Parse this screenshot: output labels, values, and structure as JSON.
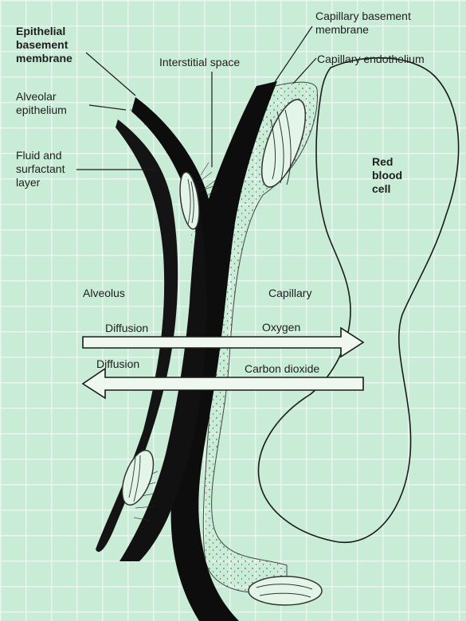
{
  "labels": {
    "epithelial_basement_membrane": [
      "Epithelial",
      "basement",
      "membrane"
    ],
    "alveolar_epithelium": [
      "Alveolar",
      "epithelium"
    ],
    "fluid_surfactant_layer": [
      "Fluid and",
      "surfactant",
      "layer"
    ],
    "interstitial_space": "Interstitial space",
    "capillary_basement_membrane": [
      "Capillary basement",
      "membrane"
    ],
    "capillary_endothelium": "Capillary endothelium",
    "red_blood_cell": [
      "Red",
      "blood",
      "cell"
    ],
    "alveolus": "Alveolus",
    "capillary": "Capillary",
    "diffusion_top": "Diffusion",
    "oxygen": "Oxygen",
    "diffusion_bottom": "Diffusion",
    "carbon_dioxide": "Carbon dioxide"
  },
  "colors": {
    "background": "#c9ecd6",
    "grid": "#ffffff",
    "ink": "#111111",
    "arrow_fill": "#eef8ee"
  }
}
